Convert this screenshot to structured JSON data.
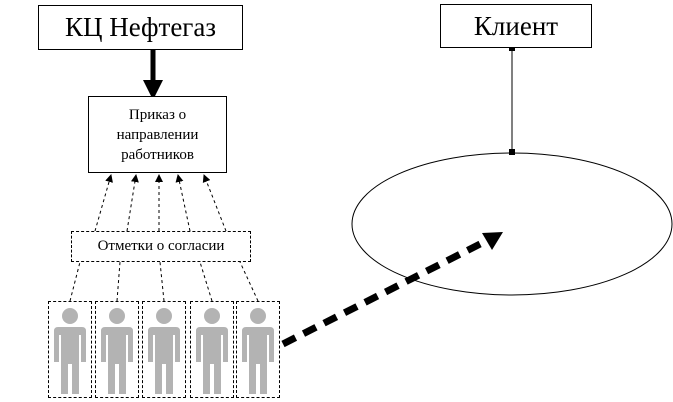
{
  "nodes": {
    "company": "КЦ Нефтегаз",
    "client": "Клиент",
    "order": "Приказ о направлении работников",
    "consent": "Отметки о согласии"
  },
  "colors": {
    "stroke": "#000000",
    "person": "#b3b3b3",
    "background": "#ffffff"
  },
  "workers": [
    {
      "icon": "person-icon"
    },
    {
      "icon": "person-icon"
    },
    {
      "icon": "person-icon"
    },
    {
      "icon": "person-icon"
    },
    {
      "icon": "person-icon"
    }
  ]
}
